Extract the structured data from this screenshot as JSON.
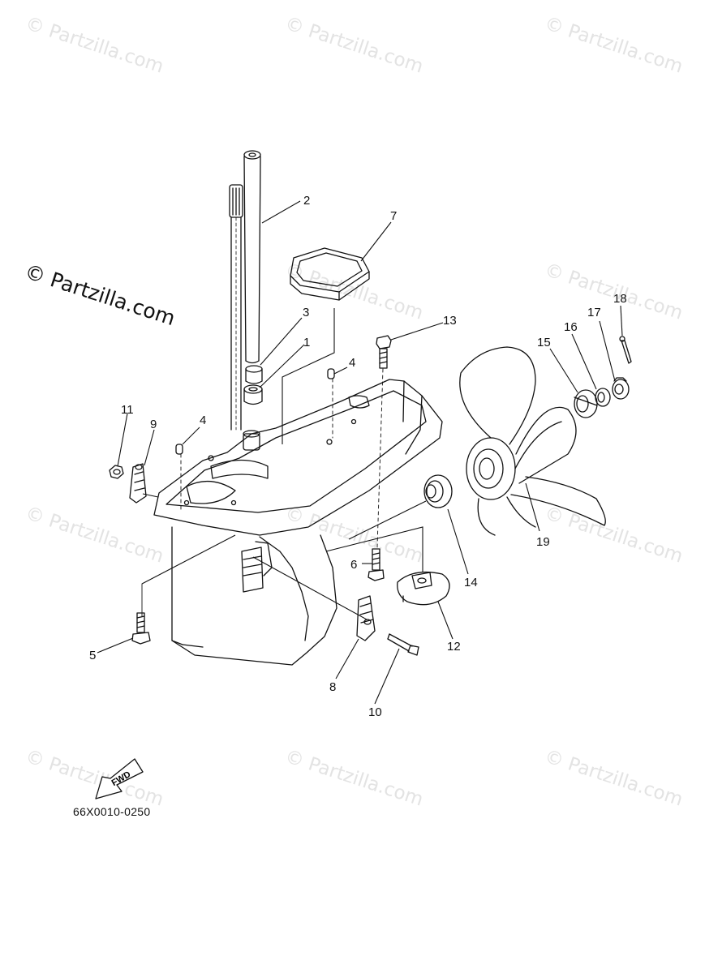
{
  "watermark": {
    "text": "© Partzilla.com"
  },
  "brand_text": "© Partzilla.com",
  "diagram_code": "66X0010-0250",
  "fwd_label": "FWD",
  "callouts": {
    "c1": "1",
    "c2": "2",
    "c3": "3",
    "c4a": "4",
    "c4b": "4",
    "c5": "5",
    "c6": "6",
    "c7": "7",
    "c8": "8",
    "c9": "9",
    "c10": "10",
    "c11": "11",
    "c12": "12",
    "c13": "13",
    "c14": "14",
    "c15": "15",
    "c16": "16",
    "c17": "17",
    "c18": "18",
    "c19": "19"
  },
  "colors": {
    "line": "#111111",
    "watermark": "#e3e3e3",
    "background": "#ffffff"
  }
}
